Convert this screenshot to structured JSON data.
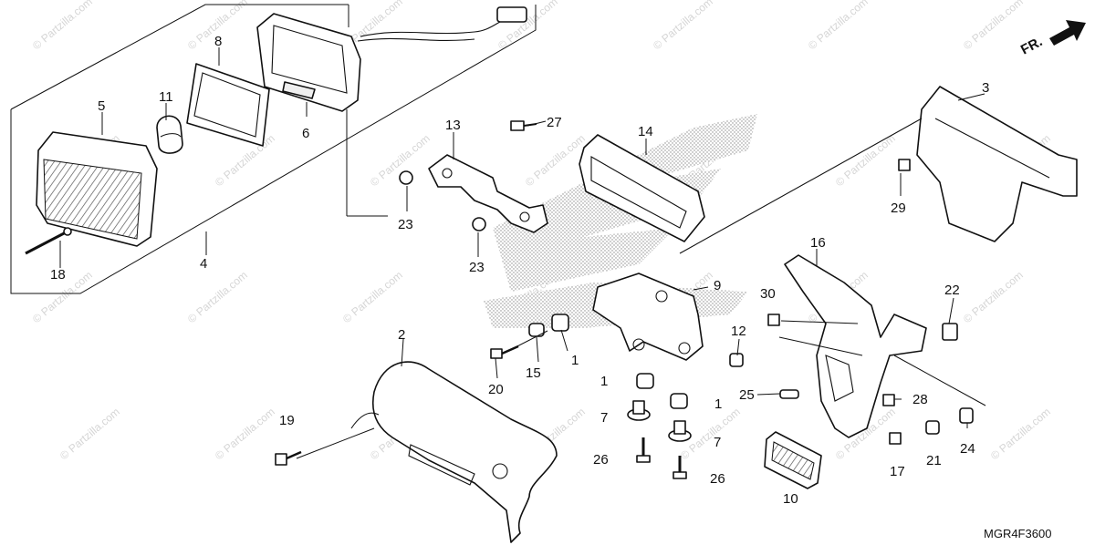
{
  "diagram": {
    "code": "MGR4F3600",
    "direction_label": "FR.",
    "watermark": "© Partzilla.com",
    "callouts": [
      "1",
      "1",
      "1",
      "2",
      "3",
      "4",
      "5",
      "6",
      "7",
      "7",
      "8",
      "9",
      "10",
      "11",
      "12",
      "13",
      "14",
      "15",
      "16",
      "17",
      "18",
      "19",
      "20",
      "21",
      "22",
      "23",
      "23",
      "24",
      "25",
      "26",
      "26",
      "27",
      "28",
      "29",
      "30"
    ]
  }
}
